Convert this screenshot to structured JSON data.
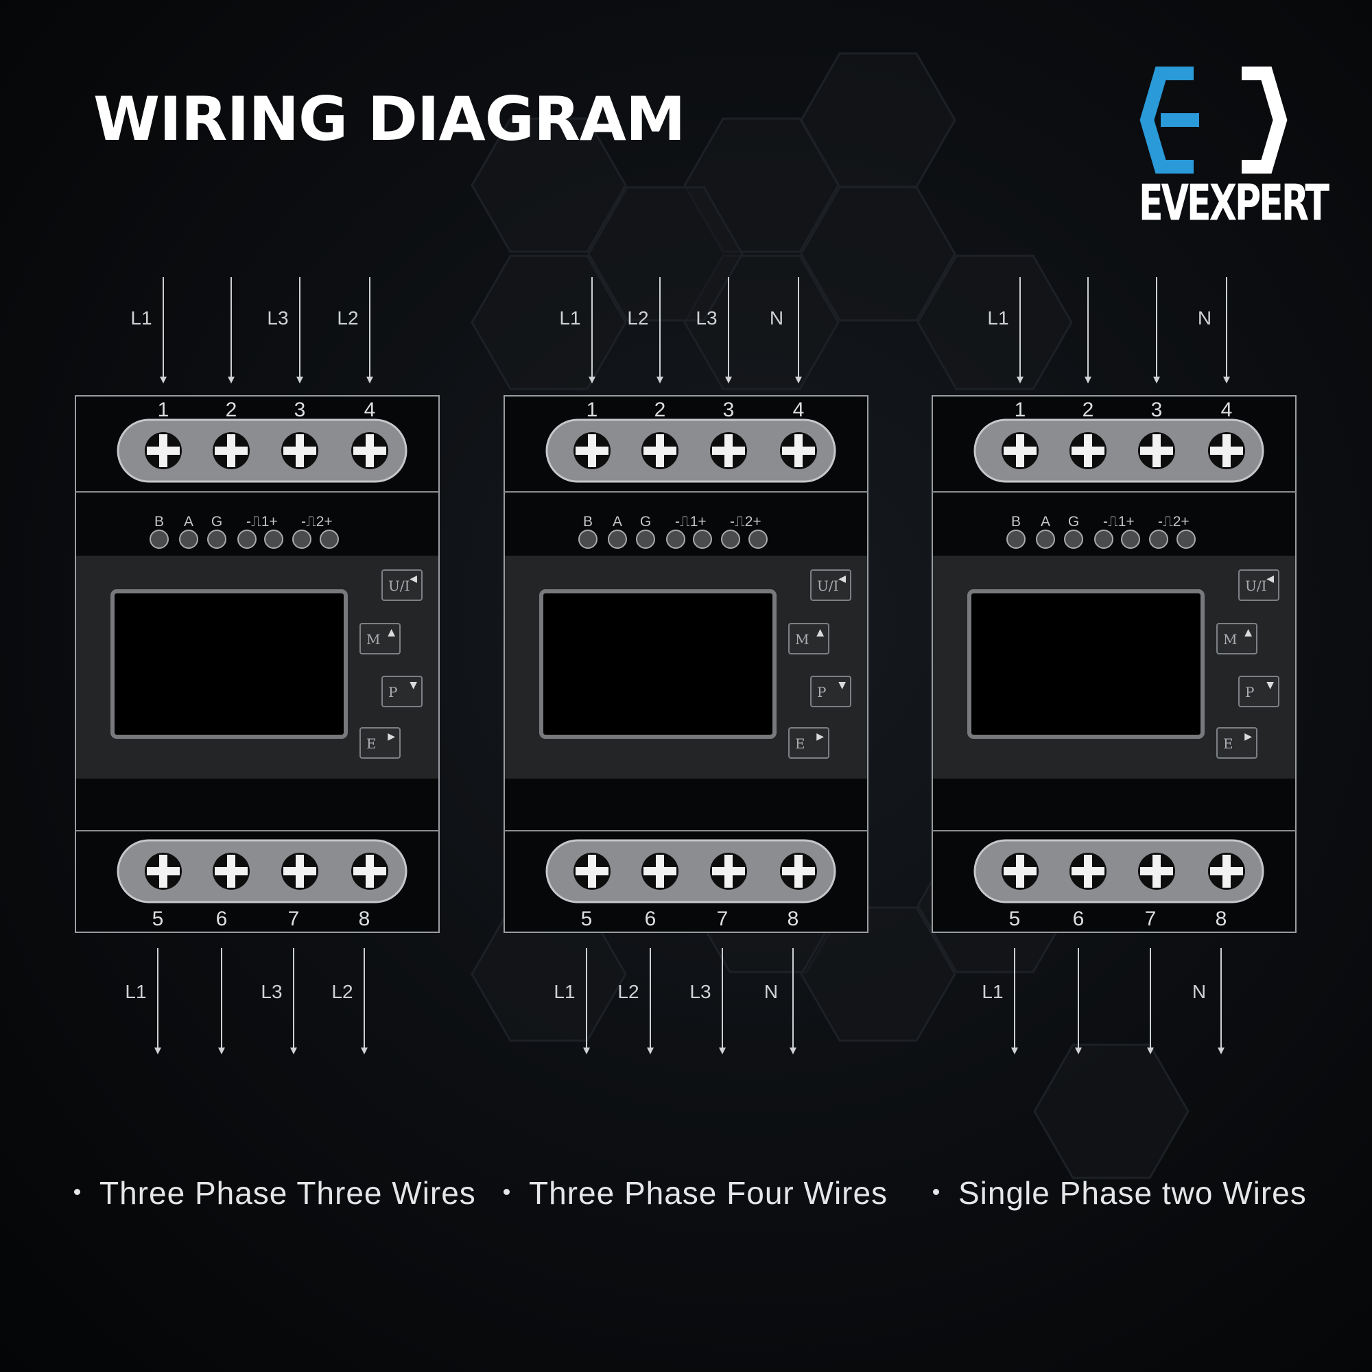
{
  "title": "WIRING DIAGRAM",
  "logo": {
    "text": "EVEXPERT",
    "icon": "ev-logo-icon",
    "accent": "#2a9ad8",
    "color": "#ffffff"
  },
  "colors": {
    "background": "#0a0c0f",
    "meter_body": "#1e1f21",
    "terminal_block": "#8d8f92",
    "line": "#c8cacd",
    "text": "#e4e6e8"
  },
  "terminal_numbers_top": [
    "1",
    "2",
    "3",
    "4"
  ],
  "terminal_numbers_bottom": [
    "5",
    "6",
    "7",
    "8"
  ],
  "port_labels": [
    "B",
    "A",
    "G",
    "-⎍1+",
    "-⎍2+"
  ],
  "buttons": [
    {
      "label": "U/I",
      "arrow": "◀"
    },
    {
      "label": "M",
      "arrow": "▲"
    },
    {
      "label": "P",
      "arrow": "▼"
    },
    {
      "label": "E",
      "arrow": "▶"
    }
  ],
  "diagrams": [
    {
      "caption": "Three Phase Three Wires",
      "top_labels": [
        "L1",
        "",
        "L3",
        "L2"
      ],
      "bottom_labels": [
        "L1",
        "",
        "L3",
        "L2"
      ]
    },
    {
      "caption": "Three Phase Four Wires",
      "top_labels": [
        "L1",
        "L2",
        "L3",
        "N"
      ],
      "bottom_labels": [
        "L1",
        "L2",
        "L3",
        "N"
      ]
    },
    {
      "caption": "Single Phase two Wires",
      "top_labels": [
        "L1",
        "",
        "",
        "N"
      ],
      "bottom_labels": [
        "L1",
        "",
        "",
        "N"
      ]
    }
  ]
}
